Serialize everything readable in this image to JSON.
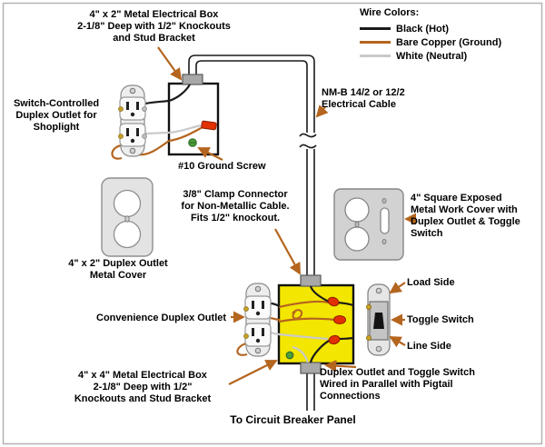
{
  "colors": {
    "junction_box_yellow": "#f3e600",
    "wire_black": "#1a1a1a",
    "wire_copper": "#b4651e",
    "wire_white": "#c9c9c9",
    "wire_nut_red": "#e23000",
    "ground_screw_green": "#4d9e3c",
    "arrow": "#b4651e"
  },
  "legend": {
    "title": "Wire Colors:",
    "items": [
      {
        "label": "Black (Hot)",
        "color": "#1a1a1a"
      },
      {
        "label": "Bare Copper (Ground)",
        "color": "#b4651e"
      },
      {
        "label": "White (Neutral)",
        "color": "#c9c9c9"
      }
    ]
  },
  "labels": {
    "top_box": "4\" x 2\" Metal Electrical Box\n2-1/8\" Deep with 1/2\" Knockouts\nand Stud Bracket",
    "shoplight_outlet": "Switch-Controlled\nDuplex Outlet for\nShoplight",
    "ground_screw": "#10 Ground Screw",
    "cable": "NM-B 14/2 or 12/2\nElectrical Cable",
    "clamp": "3/8\" Clamp Connector\nfor Non-Metallic Cable.\nFits 1/2\" knockout.",
    "duplex_cover": "4\" x 2\" Duplex Outlet\nMetal Cover",
    "square_cover": "4\" Square Exposed\nMetal Work Cover with\nDuplex Outlet & Toggle\nSwitch",
    "convenience_outlet": "Convenience Duplex Outlet",
    "load_side": "Load Side",
    "toggle_switch": "Toggle Switch",
    "line_side": "Line Side",
    "bottom_box": "4\" x 4\" Metal Electrical Box\n2-1/8\" Deep with 1/2\"\nKnockouts and Stud Bracket",
    "parallel_note": "Duplex Outlet and Toggle Switch\nWired in Parallel with Pigtail\nConnections",
    "breaker_panel": "To Circuit Breaker Panel"
  }
}
